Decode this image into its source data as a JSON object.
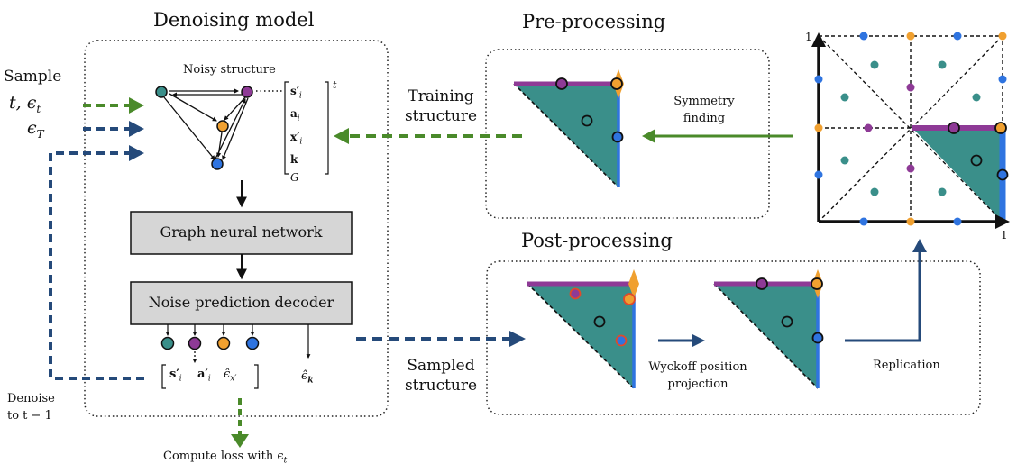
{
  "sections": {
    "denoising_title": "Denoising model",
    "preprocessing_title": "Pre-processing",
    "postprocessing_title": "Post-processing"
  },
  "inputs": {
    "sample_label": "Sample",
    "t_eps_t": "t, ϵ",
    "t_eps_sub": "t",
    "eps_T": "ϵ",
    "eps_T_sub": "T"
  },
  "graph": {
    "noisy_structure_label": "Noisy structure",
    "feature_vector": [
      "s′",
      "a",
      "x′",
      "k",
      "G"
    ],
    "feature_subscripts": [
      "i",
      "i",
      "i",
      "",
      ""
    ],
    "superscript_t": "t"
  },
  "blocks": {
    "gnn": "Graph neural network",
    "decoder": "Noise prediction decoder"
  },
  "outputs": {
    "s_prime": "s′",
    "a_prime": "a′",
    "eps_x": "ϵ̂",
    "eps_x_sub": "x′",
    "eps_k": "ϵ̂",
    "eps_k_sub": "k",
    "sub_i": "i"
  },
  "annotations": {
    "training_structure": "Training\nstructure",
    "symmetry_finding": "Symmetry\nfinding",
    "sampled_structure": "Sampled\nstructure",
    "wyckoff": "Wyckoff position\nprojection",
    "replication": "Replication",
    "denoise": "Denoise\nto t − 1",
    "compute_loss": "Compute loss with ϵ",
    "compute_loss_sub": "t"
  },
  "grid_axis": {
    "y_top": "1",
    "x_right": "1"
  },
  "colors": {
    "teal": "#3a8f8a",
    "purple": "#8e3a96",
    "orange": "#f0a030",
    "blue": "#2f74e0",
    "green_arrow": "#4a8a2a",
    "navy_arrow": "#254a7a",
    "gray_box": "#d6d6d6"
  }
}
